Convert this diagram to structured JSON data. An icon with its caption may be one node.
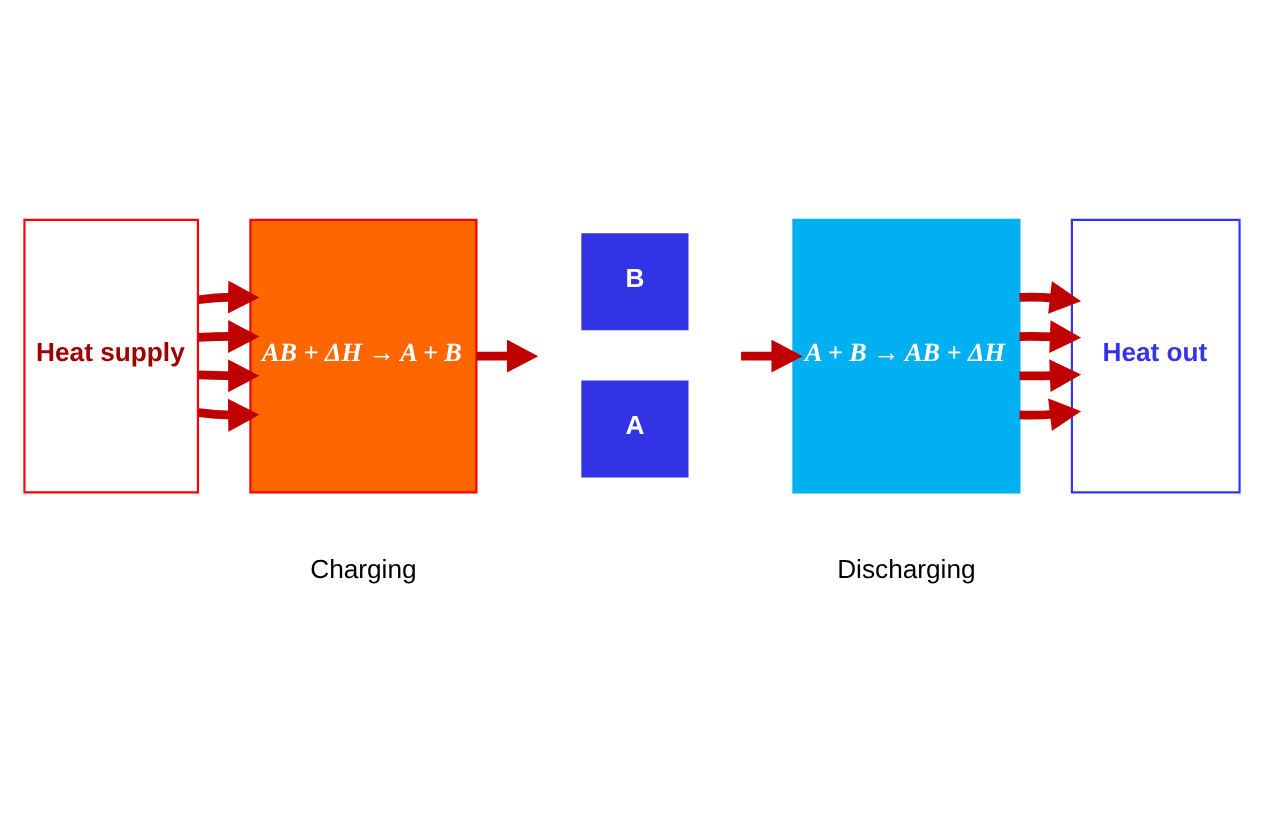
{
  "diagram": {
    "nodes": [
      {
        "text": [
          "Heat supply"
        ]
      },
      {
        "text": [
          "AB + ΔH → A + B"
        ]
      },
      {
        "text": [
          "B"
        ]
      },
      {
        "text": [
          "A"
        ]
      },
      {
        "text": [
          "A + B → AB + ΔH"
        ]
      },
      {
        "text": [
          "Heat out"
        ]
      }
    ],
    "edges": [
      {
        "from": 0,
        "to": 1,
        "arrow": "to"
      },
      {
        "from": 0,
        "to": 1,
        "arrow": "to"
      },
      {
        "from": 0,
        "to": 1,
        "arrow": "to"
      },
      {
        "from": 0,
        "to": 1,
        "arrow": "to"
      },
      {
        "from": 1,
        "to": null,
        "arrow": "to"
      },
      {
        "from": null,
        "to": 4,
        "arrow": "to"
      },
      {
        "from": 4,
        "to": 5,
        "arrow": "to"
      },
      {
        "from": 4,
        "to": 5,
        "arrow": "to"
      },
      {
        "from": 4,
        "to": 5,
        "arrow": "to"
      },
      {
        "from": 4,
        "to": 5,
        "arrow": "to"
      }
    ],
    "labels": [
      "Charging",
      "Discharging"
    ]
  }
}
